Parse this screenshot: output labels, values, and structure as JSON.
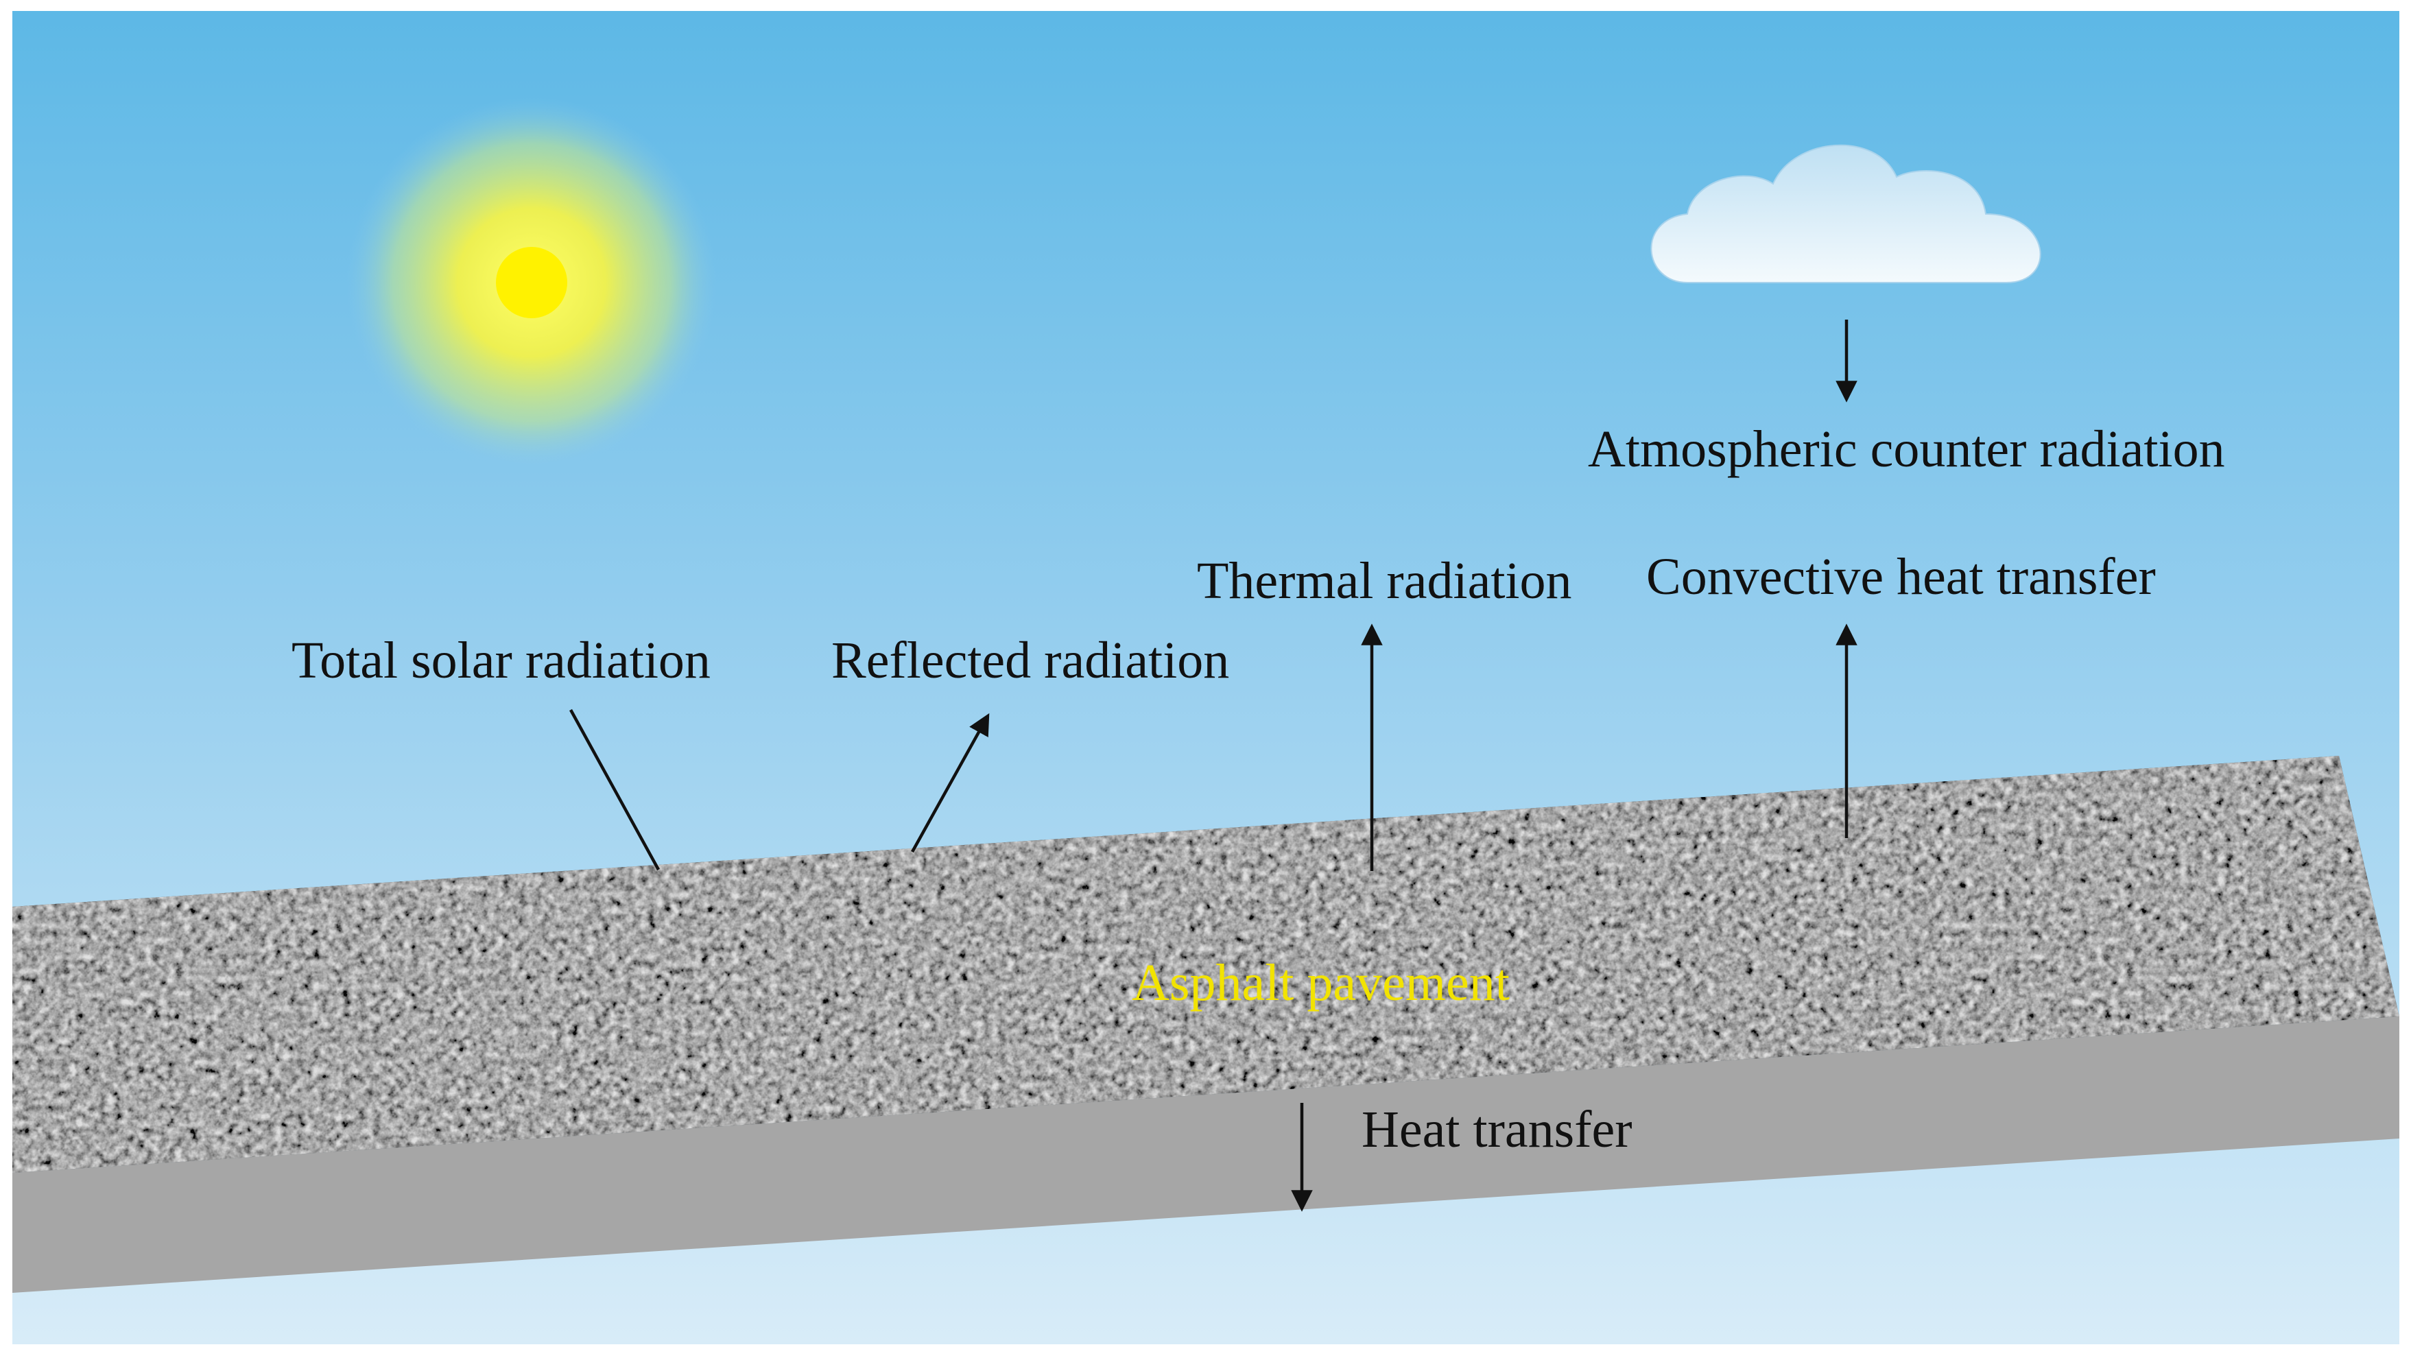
{
  "labels": {
    "total_solar_radiation": "Total solar radiation",
    "reflected_radiation": "Reflected radiation",
    "thermal_radiation": "Thermal radiation",
    "convective_heat_transfer": "Convective heat transfer",
    "atmospheric_counter_radiation": "Atmospheric counter radiation",
    "asphalt_pavement": "Asphalt pavement",
    "heat_transfer": "Heat transfer"
  },
  "colors": {
    "sky_top": "#5DB8E6",
    "sky_bottom": "#D8ECF8",
    "sun_core": "#FFF200",
    "sun_glow": "#F3F24A",
    "cloud_top": "#BFE0F3",
    "cloud_bottom": "#F4FAFD",
    "asphalt": "#2E2E2E",
    "asphalt_light": "#8A8A8A",
    "base_layer": "#A6A6A6",
    "pavement_label": "#F2E300",
    "arrow": "#111111",
    "text": "#111111"
  },
  "icons": {
    "sun": "sun-icon",
    "cloud": "cloud-icon"
  }
}
